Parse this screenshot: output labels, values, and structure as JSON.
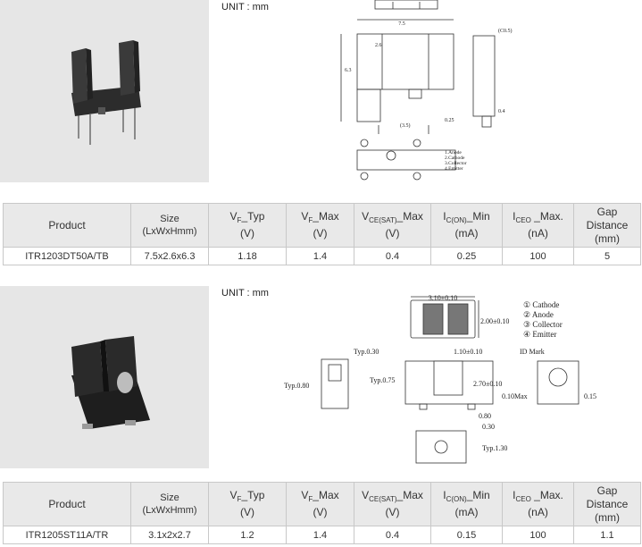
{
  "unit_label": "UNIT : mm",
  "headers": {
    "product": "Product",
    "size": "Size",
    "size_unit": "(LxWxHmm)",
    "vf": "V",
    "vf_sub": "F",
    "vf_typ_suffix": "_Typ",
    "vf_max_suffix": "_Max",
    "vce": "V",
    "vce_sub": "CE(SAT)",
    "vce_suffix": "_Max",
    "ic": "I",
    "ic_sub": "C(ON)",
    "ic_suffix": "_Min",
    "iceo": "I",
    "iceo_sub": "CEO",
    "iceo_suffix": " _Max.",
    "unit_v": "(V)",
    "unit_ma": "(mA)",
    "unit_na": "(nA)",
    "gap_line1": "Gap",
    "gap_line2": "Distance",
    "gap_unit": "(mm)"
  },
  "products": [
    {
      "name": "ITR1203DT50A/TB",
      "size": "7.5x2.6x6.3",
      "vf_typ": "1.18",
      "vf_max": "1.4",
      "vce_max": "0.4",
      "ic_min": "0.25",
      "iceo_max": "100",
      "gap": "5"
    },
    {
      "name": "ITR1205ST11A/TR",
      "size": "3.1x2x2.7",
      "vf_typ": "1.2",
      "vf_max": "1.4",
      "vce_max": "0.4",
      "ic_min": "0.15",
      "iceo_max": "100",
      "gap": "1.1"
    }
  ],
  "drawing1": {
    "dims": [
      "7.5",
      "6.3",
      "2.6",
      "(3.5)",
      "0.25",
      "0.4",
      "(C0.5)"
    ],
    "pins": [
      "1.Anode",
      "2.Cathode",
      "3.Collector",
      "4.Emitter"
    ]
  },
  "drawing2": {
    "dims": [
      "3.10±0.10",
      "2.00±0.10",
      "Typ.0.30",
      "Typ.0.80",
      "Typ.0.75",
      "1.10±0.10",
      "2.70±0.10",
      "0.10Max",
      "0.15",
      "0.80",
      "0.30",
      "Typ.1.30"
    ],
    "id_mark": "ID Mark",
    "pins": [
      "① Cathode",
      "② Anode",
      "③ Collector",
      "④ Emitter"
    ]
  }
}
